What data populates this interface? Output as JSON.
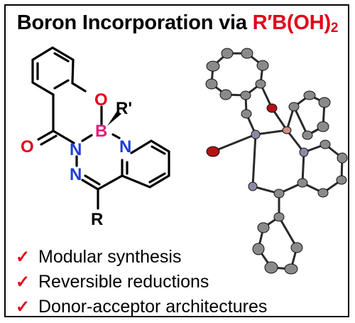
{
  "title": {
    "prefix": "Boron Incorporation via ",
    "reagent_main": "R′B(OH)",
    "reagent_sub": "2"
  },
  "atoms": {
    "O_ring": "O",
    "R_prime": "R'",
    "B": "B",
    "N_pyridine": "N",
    "O_carbonyl": "O",
    "N_amide": "N",
    "N_imine": "N",
    "R": "R"
  },
  "features": [
    "Modular synthesis",
    "Reversible reductions",
    "Donor-acceptor architectures"
  ],
  "colors": {
    "accent_red": "#e2001a",
    "nitrogen_blue": "#1f3cd6",
    "boron_pink": "#e0217c",
    "oxygen_red": "#e2001a"
  }
}
